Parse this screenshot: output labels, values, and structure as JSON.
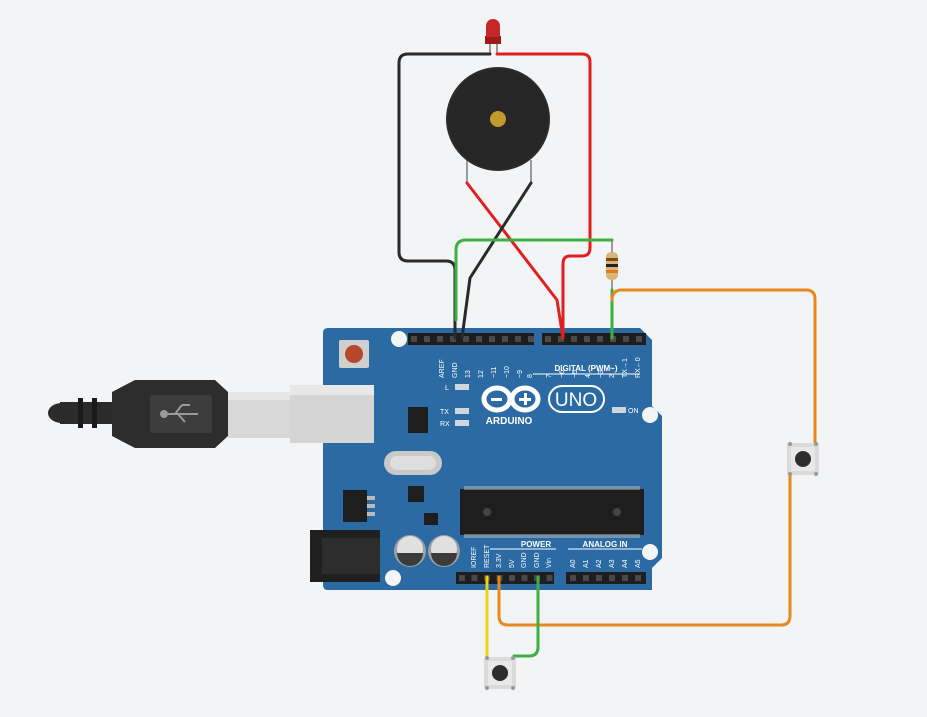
{
  "board": {
    "pin_labels_digital": [
      "AREF",
      "GND",
      "13",
      "12",
      "~11",
      "~10",
      "~9",
      "8",
      "7",
      "~6",
      "~5",
      "4",
      "~3",
      "2",
      "TX→1",
      "RX←0"
    ],
    "pin_labels_power": [
      "IOREF",
      "RESET",
      "3.3V",
      "5V",
      "GND",
      "GND",
      "Vin"
    ],
    "pin_labels_analog": [
      "A0",
      "A1",
      "A2",
      "A3",
      "A4",
      "A5"
    ],
    "digital_label": "DIGITAL (PWM~)",
    "power_label": "POWER",
    "analog_label": "ANALOG IN",
    "brand": "ARDUINO",
    "model": "UNO",
    "led_l": "L",
    "led_tx": "TX",
    "led_rx": "RX",
    "led_on": "ON"
  },
  "colors": {
    "board": "#2b6aa3",
    "wire_black": "#2a2a2a",
    "wire_red": "#e02020",
    "wire_green": "#3cb043",
    "wire_orange": "#e8891e",
    "wire_yellow": "#f2d20f",
    "background": "#f2f4f5"
  }
}
